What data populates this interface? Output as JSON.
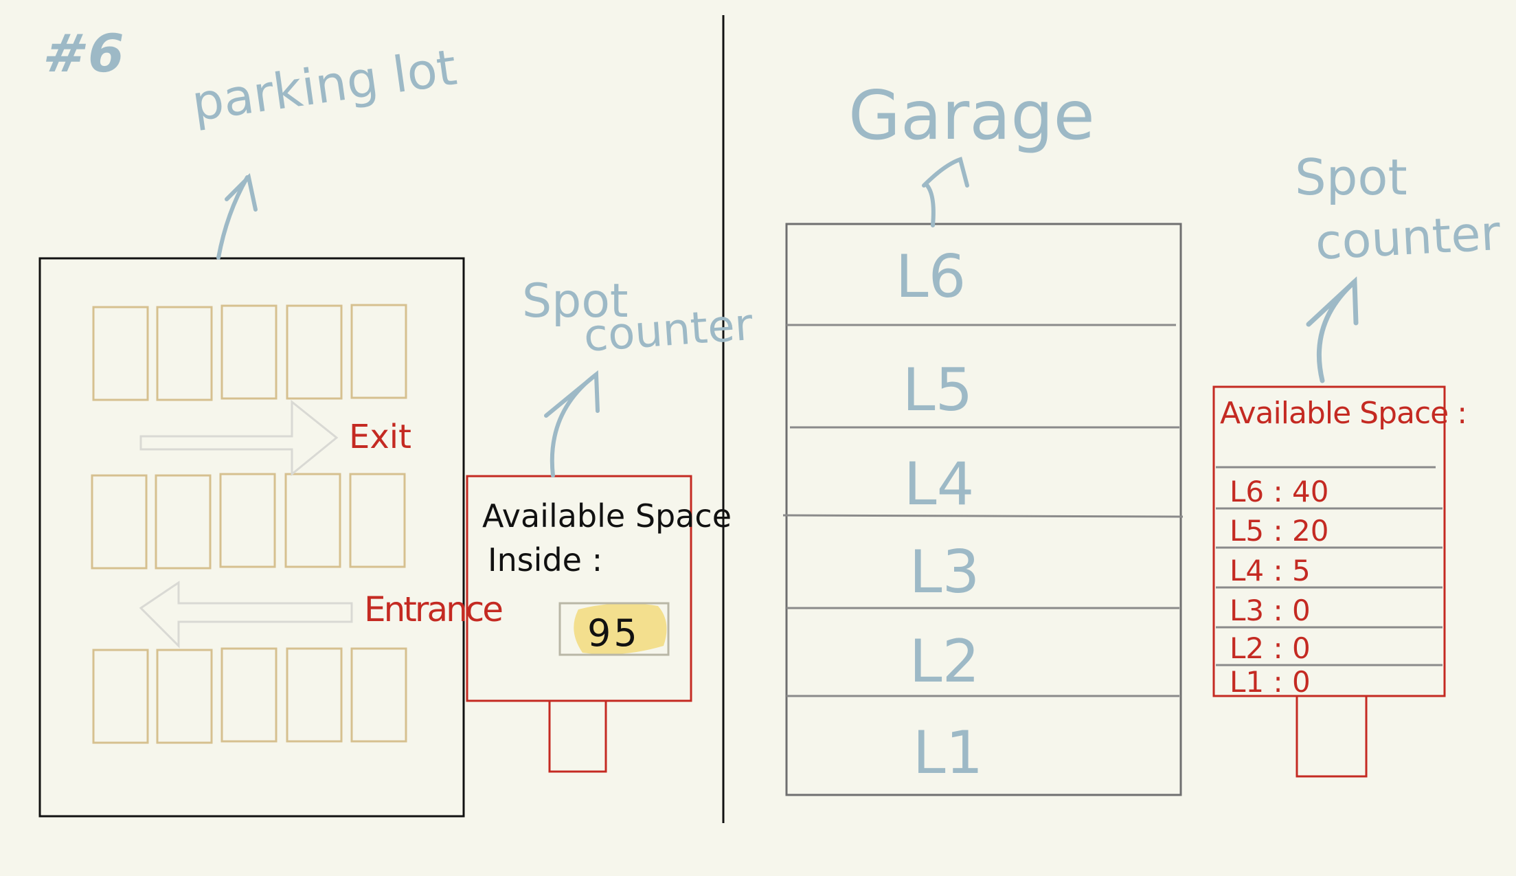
{
  "page_number": "#6",
  "parking_lot": {
    "title": "parking lot",
    "exit_label": "Exit",
    "entrance_label": "Entrance",
    "counter_label": {
      "line1": "Spot",
      "line2": "counter"
    },
    "sign": {
      "title_line1": "Available Space",
      "title_line2": "Inside :",
      "value": "95"
    }
  },
  "garage": {
    "title": "Garage",
    "levels": [
      "L6",
      "L5",
      "L4",
      "L3",
      "L2",
      "L1"
    ],
    "counter_label": {
      "line1": "Spot",
      "line2": "counter"
    },
    "sign": {
      "title": "Available Space :",
      "counts": [
        {
          "text": "L6 : 40"
        },
        {
          "text": "L5 : 20"
        },
        {
          "text": "L4 : 5"
        },
        {
          "text": "L3 : 0"
        },
        {
          "text": "L2 : 0"
        },
        {
          "text": "L1 : 0"
        }
      ]
    }
  },
  "colors": {
    "background": "#f6f6ec",
    "annotation_blue": "#9db9c6",
    "sign_red": "#c42a22",
    "parking_space": "#d6c08f",
    "highlight": "#f3df8e",
    "garage_line": "#8a8a8a"
  },
  "icons": [
    "arrow-right-icon",
    "arrow-left-icon"
  ]
}
